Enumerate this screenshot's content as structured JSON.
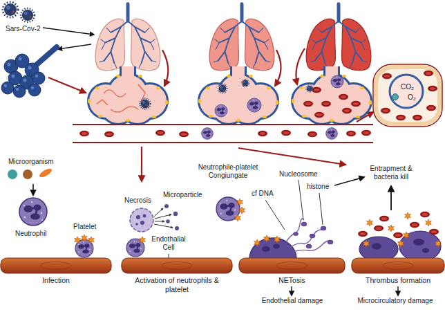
{
  "diagram": {
    "nodes": [
      {
        "text": [
          "Infection"
        ]
      },
      {
        "text": [
          "Activation of neutrophils & platelet"
        ]
      },
      {
        "text": [
          "NETosis"
        ]
      },
      {
        "text": [
          "Thrombus formation"
        ]
      }
    ],
    "labels": [
      "Sars-Cov-2",
      "Microorganism",
      "Neutrophil",
      "Platelet",
      "Necrosis",
      "Microparticle",
      "Neutrophile-platelet Congiungate",
      "Endothalial Cell",
      "Nucleosome",
      "cf DNA",
      "histone",
      "Entrapment & bacteria kill",
      "Endothelial damage",
      "Microcirculatory damage",
      "CO₂",
      "O₂"
    ]
  }
}
